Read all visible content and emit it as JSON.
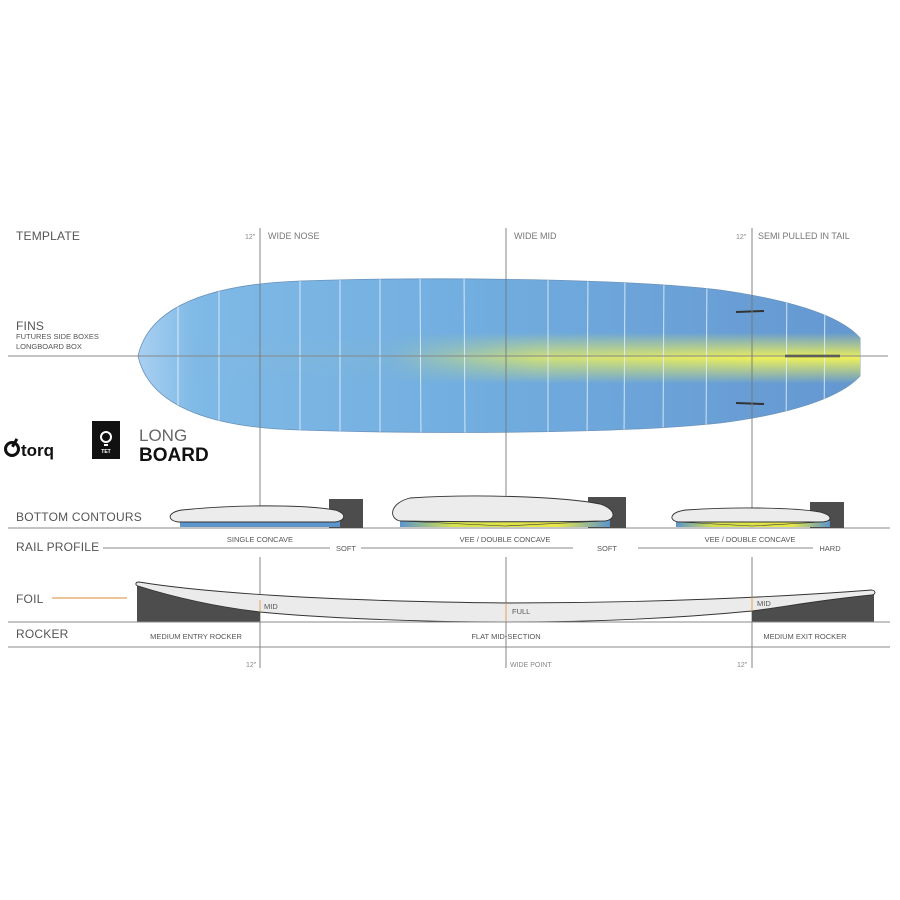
{
  "sections": {
    "template": "TEMPLATE",
    "fins": "FINS",
    "fins_sub1": "FUTURES SIDE BOXES",
    "fins_sub2": "LONGBOARD BOX",
    "bottom_contours": "BOTTOM  CONTOURS",
    "rail_profile": "RAIL PROFILE",
    "foil": "FOIL",
    "rocker": "ROCKER"
  },
  "template_markers": {
    "nose_inch": "12\"",
    "nose_label": "WIDE NOSE",
    "mid_label": "WIDE MID",
    "tail_inch": "12\"",
    "tail_label": "SEMI PULLED IN TAIL"
  },
  "logos": {
    "torq": "torq",
    "tet": "TET",
    "long": "LONG",
    "board": "BOARD"
  },
  "bottom_contours": {
    "nose": "SINGLE CONCAVE",
    "mid": "VEE / DOUBLE CONCAVE",
    "tail": "VEE / DOUBLE CONCAVE"
  },
  "rail_profile": {
    "nose": "SOFT",
    "mid": "SOFT",
    "tail": "HARD"
  },
  "foil": {
    "nose": "MID",
    "mid": "FULL",
    "tail": "MID"
  },
  "rocker": {
    "nose": "MEDIUM ENTRY ROCKER",
    "mid": "FLAT MID-SECTION",
    "tail": "MEDIUM EXIT ROCKER"
  },
  "bottom_markers": {
    "nose_inch": "12\"",
    "wide_point": "WIDE POINT",
    "tail_inch": "12\""
  },
  "colors": {
    "board_blue": "#6aa3d8",
    "board_yellow": "#e9ec5a",
    "rail_dark": "#4d4d4d",
    "foil_accent": "#e0a35a",
    "line": "#7a7a7a"
  }
}
